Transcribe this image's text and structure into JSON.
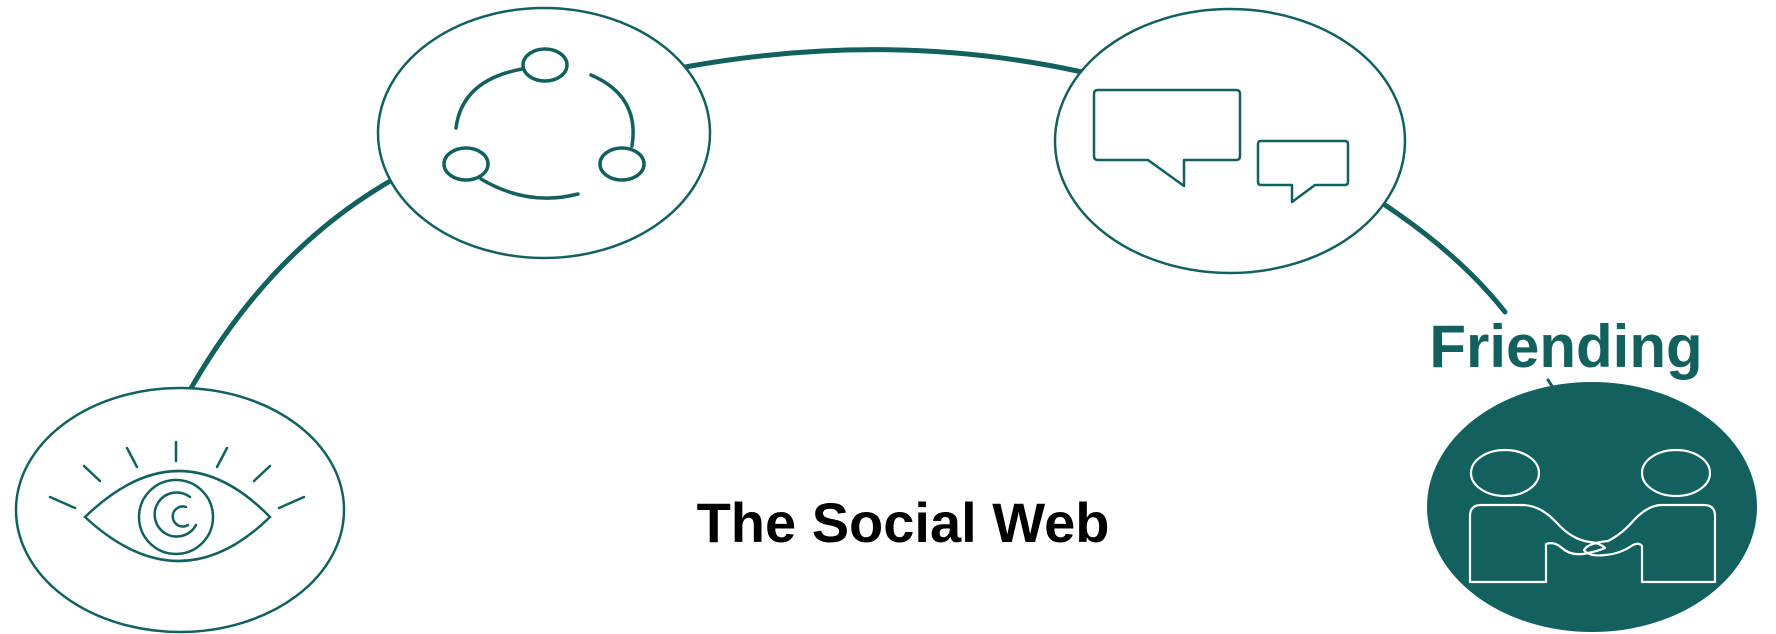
{
  "diagram": {
    "title": "The Social Web",
    "highlight_label": "Friending",
    "colors": {
      "accent": "#13615F",
      "text": "#000000",
      "background": "#ffffff"
    },
    "nodes": [
      {
        "id": "watching",
        "icon": "eye-icon",
        "highlighted": false
      },
      {
        "id": "sharing",
        "icon": "share-icon",
        "highlighted": false
      },
      {
        "id": "messaging",
        "icon": "chat-bubbles-icon",
        "highlighted": false
      },
      {
        "id": "friending",
        "icon": "handshake-people-icon",
        "highlighted": true
      }
    ]
  }
}
